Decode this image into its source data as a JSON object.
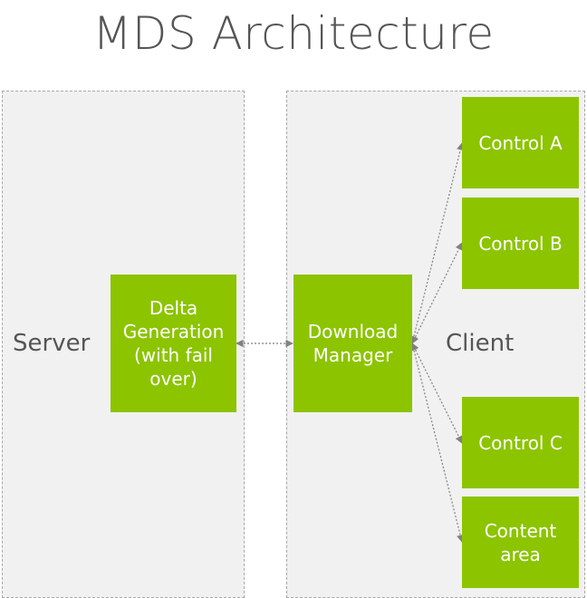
{
  "title": "MDS Architecture",
  "regions": {
    "server": {
      "label": "Server"
    },
    "client": {
      "label": "Client"
    }
  },
  "nodes": {
    "delta_generation": "Delta Generation (with fail over)",
    "download_manager": "Download Manager",
    "control_a": "Control A",
    "control_b": "Control B",
    "control_c": "Control C",
    "content_area": "Content area"
  },
  "colors": {
    "box_fill": "#8cc400",
    "region_fill": "#f1f1f1",
    "arrow": "#808080",
    "title_text": "#555555"
  }
}
